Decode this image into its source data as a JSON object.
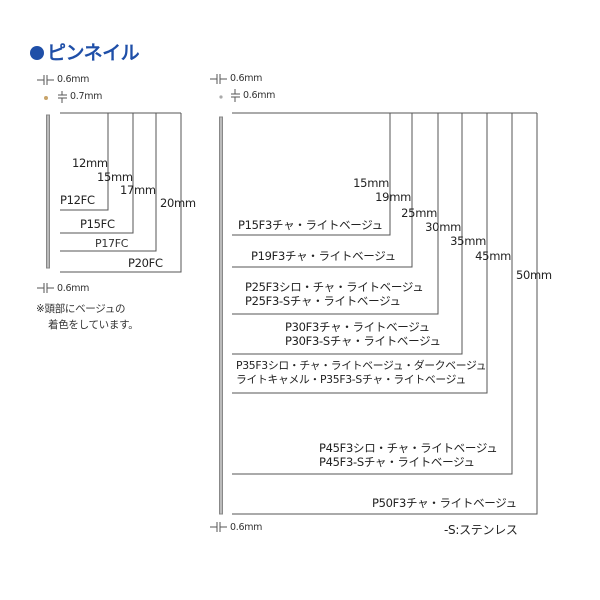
{
  "title": "ピンネイル",
  "colors": {
    "accent": "#1f4fa8",
    "line": "#555555",
    "head_beige": "#c8a46a",
    "head_gray": "#aaaaaa"
  },
  "left": {
    "head_width": "0.6mm",
    "head_height": "0.7mm",
    "shank_width": "0.6mm",
    "lengths": [
      "12mm",
      "15mm",
      "17mm",
      "20mm"
    ],
    "products": [
      "P12FC",
      "P15FC",
      "P17FC",
      "P20FC"
    ],
    "note": [
      "※頭部にベージュの",
      "着色をしています。"
    ]
  },
  "right": {
    "head_width": "0.6mm",
    "head_height": "0.6mm",
    "shank_width": "0.6mm",
    "lengths": [
      "15mm",
      "19mm",
      "25mm",
      "30mm",
      "35mm",
      "45mm",
      "50mm"
    ],
    "products": [
      [
        "P15F3チャ・ライトベージュ"
      ],
      [
        "P19F3チャ・ライトベージュ"
      ],
      [
        "P25F3シロ・チャ・ライトベージュ",
        "P25F3-Sチャ・ライトベージュ"
      ],
      [
        "P30F3チャ・ライトベージュ",
        "P30F3-Sチャ・ライトベージュ"
      ],
      [
        "P35F3シロ・チャ・ライトベージュ・ダークベージュ",
        "ライトキャメル・P35F3-Sチャ・ライトベージュ"
      ],
      [
        "P45F3シロ・チャ・ライトベージュ",
        "P45F3-Sチャ・ライトベージュ"
      ],
      [
        "P50F3チャ・ライトベージュ"
      ]
    ],
    "legend": "-S:ステンレス"
  }
}
